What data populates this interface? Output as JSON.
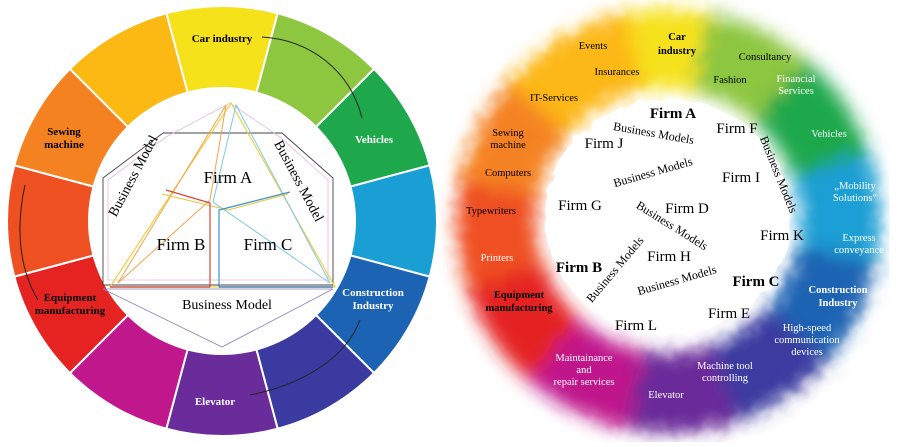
{
  "left_diagram": {
    "segment_colors": [
      "#f6e21a",
      "#8dc63f",
      "#1ea84b",
      "#1a9fd4",
      "#1d63b3",
      "#3a3aa0",
      "#6a2c9a",
      "#c0188c",
      "#e52422",
      "#ef5022",
      "#f58220",
      "#fcb813"
    ],
    "segment_labels": {
      "car_industry": "Car industry",
      "vehicles": "Vehicles",
      "construction_industry": "Construction Industry",
      "elevator": "Elevator",
      "equipment_manufacturing": "Equipment manufacturing",
      "sewing_machine": "Sewing machine"
    },
    "firms": {
      "a": "Firm A",
      "b": "Firm B",
      "c": "Firm C"
    },
    "business_model_labels": {
      "left": "Business Model",
      "right": "Business Model",
      "bottom": "Business Model"
    }
  },
  "right_diagram": {
    "ring_labels": {
      "events": "Events",
      "car_industry": "Car industry",
      "consultancy": "Consultancy",
      "insurances": "Insurances",
      "fashion": "Fashion",
      "financial_services": "Financial Services",
      "it_services": "IT-Services",
      "sewing_machine": "Sewing machine",
      "vehicles": "Vehicles",
      "computers": "Computers",
      "mobility_solutions": "„Mobility Solutions“",
      "typewriters": "Typewriters",
      "express_conveyance": "Express conveyance",
      "printers": "Printers",
      "construction_industry": "Construction Industry",
      "equipment_manufacturing": "Equipment manufacturing",
      "high_speed_devices": "High-speed communication devices",
      "maintenance": "Maintainance and repair services",
      "machine_tool": "Machine tool controlling",
      "elevator": "Elevator"
    },
    "firms": {
      "a": "Firm A",
      "b": "Firm B",
      "c": "Firm C",
      "d": "Firm D",
      "e": "Firm E",
      "f": "Firm F",
      "g": "Firm G",
      "h": "Firm H",
      "i": "Firm I",
      "j": "Firm J",
      "k": "Firm K",
      "l": "Firm L"
    },
    "business_models_label": "Business Models"
  }
}
